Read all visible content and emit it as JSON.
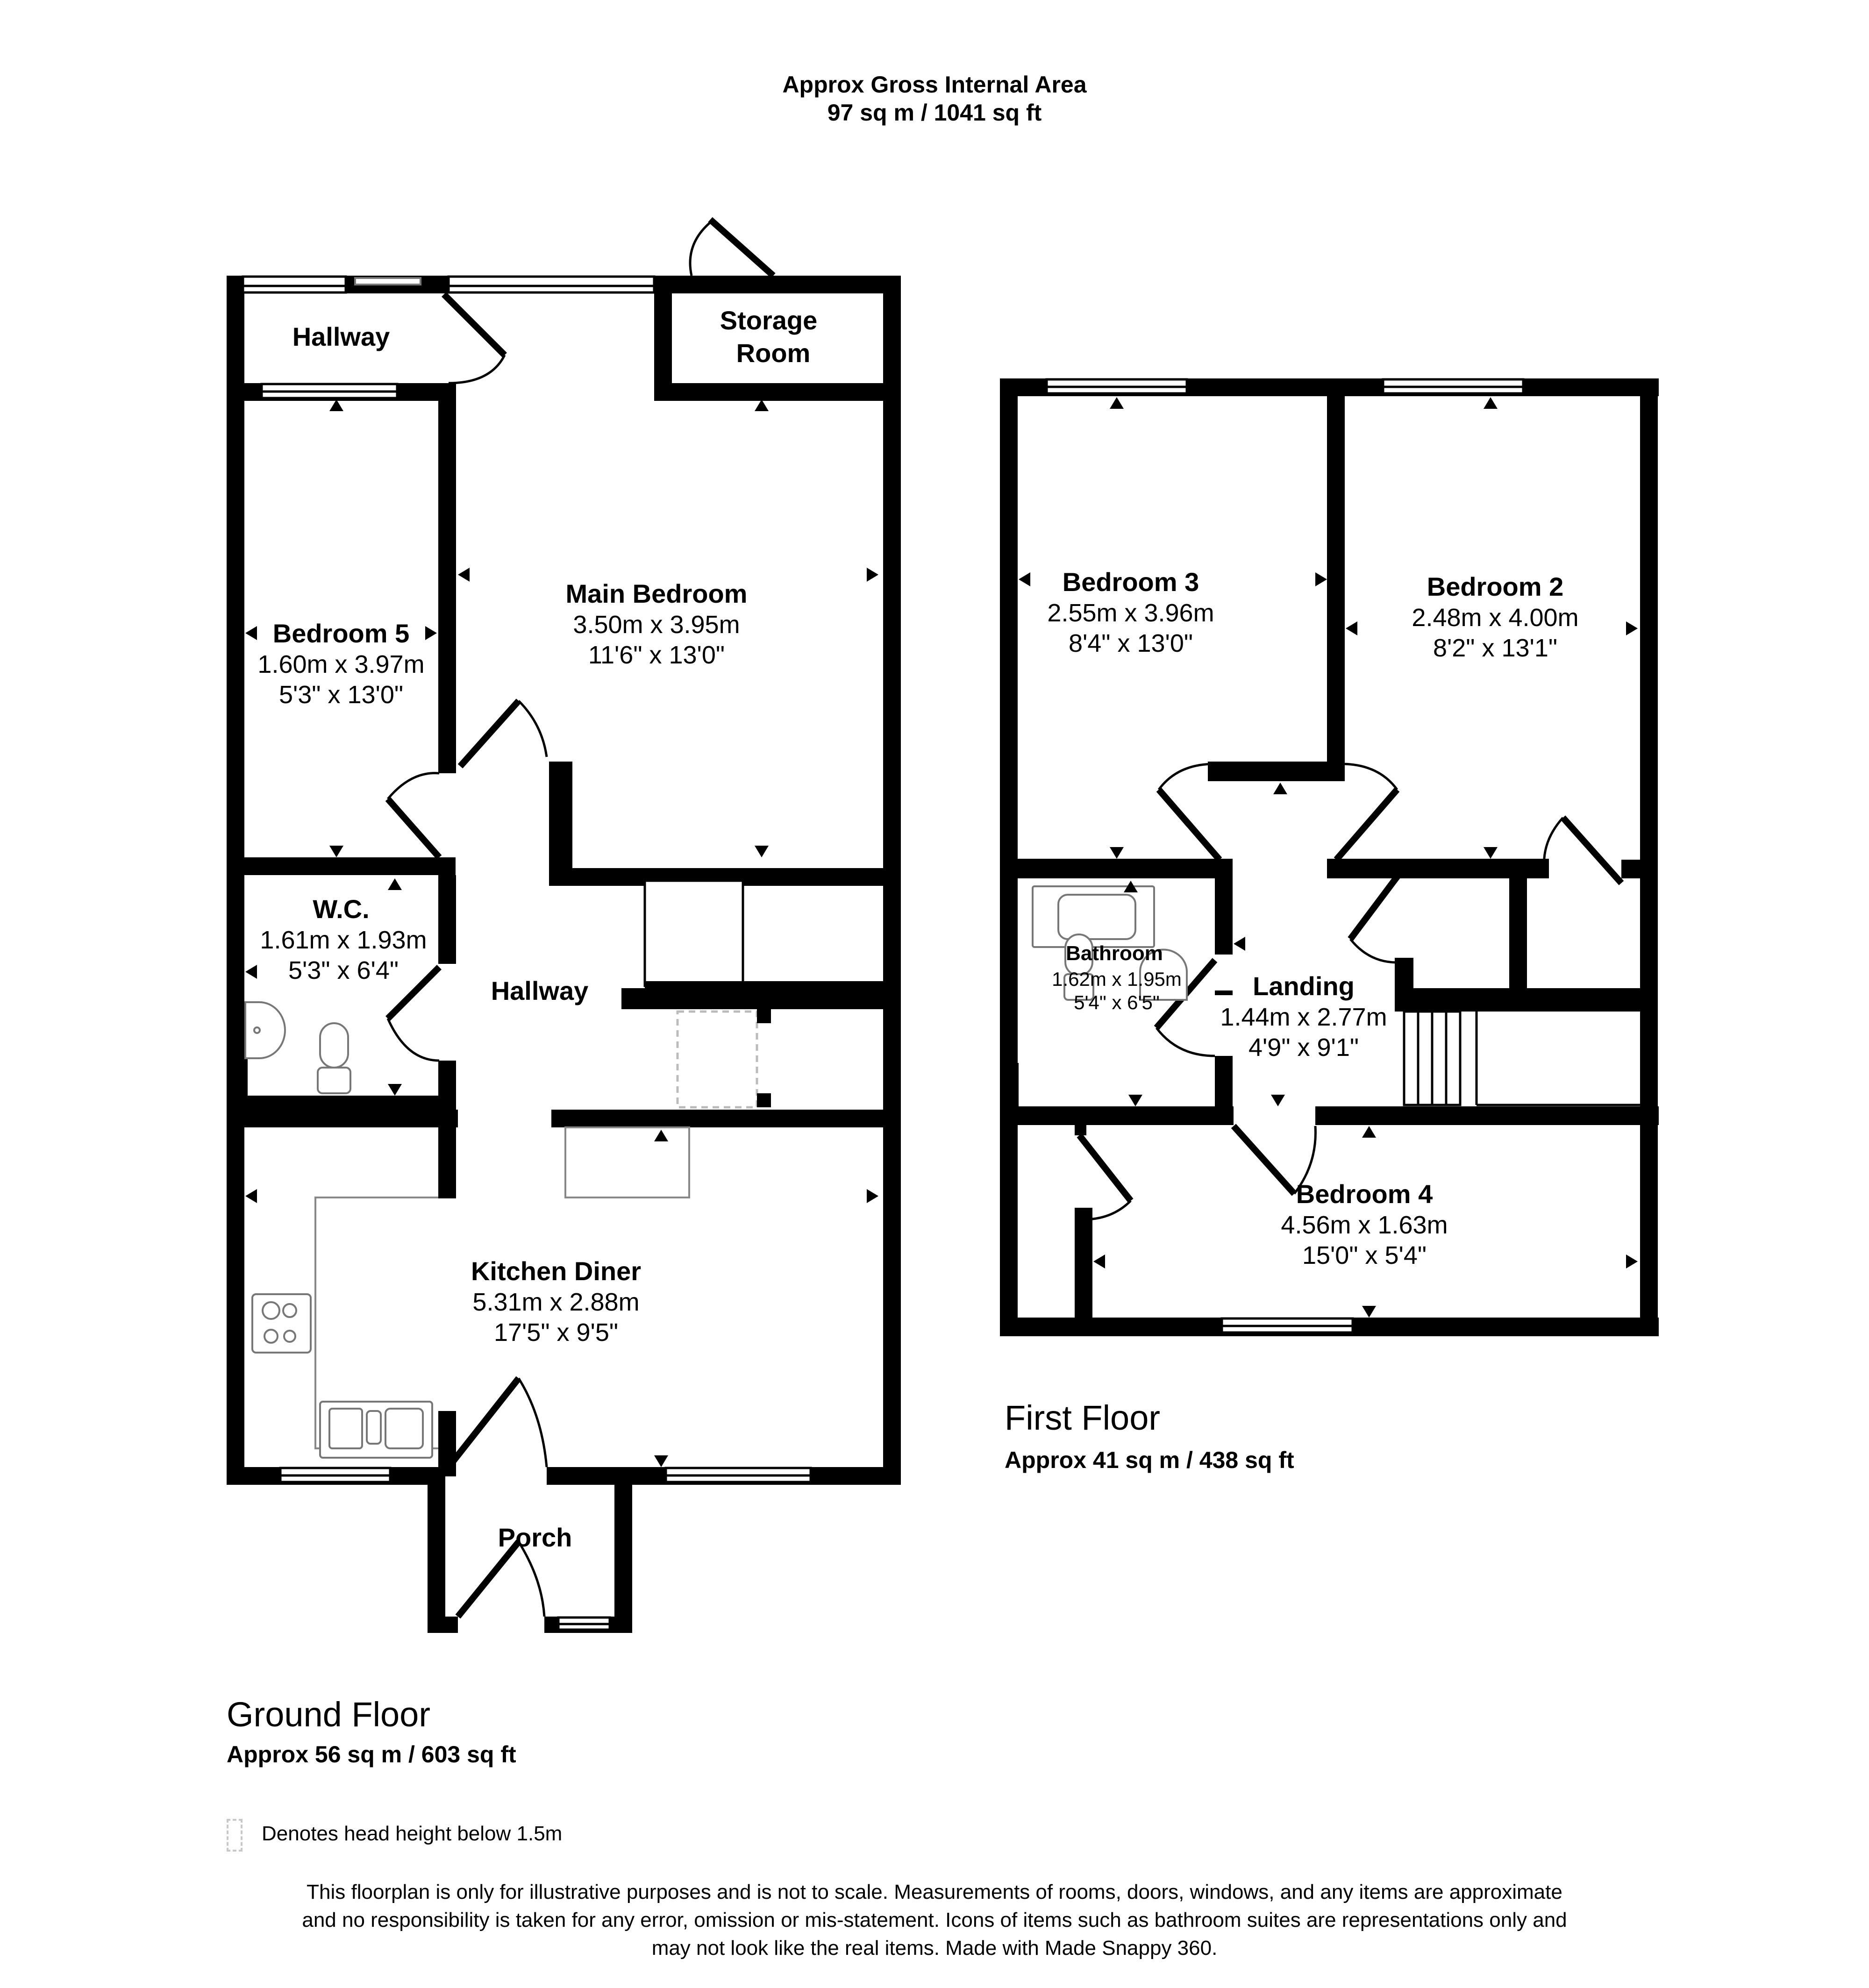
{
  "header": {
    "title": "Approx Gross Internal Area",
    "total_area": "97 sq m / 1041 sq ft"
  },
  "ground_floor": {
    "title": "Ground Floor",
    "area": "Approx 56 sq m / 603 sq ft",
    "rooms": [
      {
        "name": "Hallway",
        "dims_m": "",
        "dims_ft": ""
      },
      {
        "name": "Storage",
        "name2": "Room",
        "dims_m": "",
        "dims_ft": ""
      },
      {
        "name": "Main Bedroom",
        "dims_m": "3.50m x 3.95m",
        "dims_ft": "11'6\" x 13'0\""
      },
      {
        "name": "Bedroom 5",
        "dims_m": "1.60m x 3.97m",
        "dims_ft": "5'3\" x 13'0\""
      },
      {
        "name": "W.C.",
        "dims_m": "1.61m x 1.93m",
        "dims_ft": "5'3\" x 6'4\""
      },
      {
        "name": "Hallway",
        "dims_m": "",
        "dims_ft": ""
      },
      {
        "name": "Kitchen Diner",
        "dims_m": "5.31m x 2.88m",
        "dims_ft": "17'5\" x 9'5\""
      },
      {
        "name": "Porch",
        "dims_m": "",
        "dims_ft": ""
      }
    ]
  },
  "first_floor": {
    "title": "First Floor",
    "area": "Approx 41 sq m / 438 sq ft",
    "rooms": [
      {
        "name": "Bedroom 3",
        "dims_m": "2.55m x 3.96m",
        "dims_ft": "8'4\" x 13'0\""
      },
      {
        "name": "Bedroom 2",
        "dims_m": "2.48m x 4.00m",
        "dims_ft": "8'2\" x 13'1\""
      },
      {
        "name": "Bathroom",
        "dims_m": "1.62m x 1.95m",
        "dims_ft": "5'4\" x 6'5\""
      },
      {
        "name": "Landing",
        "dims_m": "1.44m x 2.77m",
        "dims_ft": "4'9\" x 9'1\""
      },
      {
        "name": "Bedroom 4",
        "dims_m": "4.56m x 1.63m",
        "dims_ft": "15'0\" x 5'4\""
      }
    ]
  },
  "legend": {
    "low_headroom_label": "Denotes head height below 1.5m"
  },
  "disclaimer": {
    "line1": "This floorplan is only for illustrative purposes and is not to scale. Measurements of rooms, doors, windows, and any items are approximate",
    "line2": "and no responsibility is taken for any error, omission or mis-statement. Icons of items such as bathroom suites are representations only and",
    "line3": "may not look like the real items. Made with Made Snappy 360."
  },
  "colors": {
    "wall": "#000000",
    "background": "#ffffff",
    "fixture_outline": "#777777",
    "low_headroom_outline": "#bbbbbb"
  }
}
